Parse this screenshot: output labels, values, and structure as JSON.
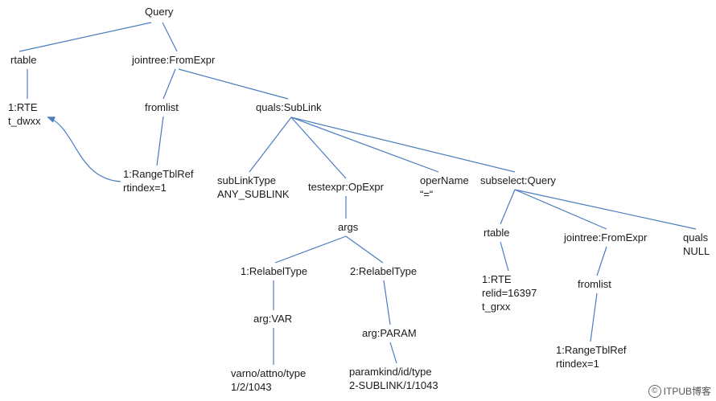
{
  "colors": {
    "edge": "#4a7cc0",
    "text": "#1a1a1a"
  },
  "nodes": {
    "query": [
      "Query"
    ],
    "rtable": [
      "rtable"
    ],
    "jointree": [
      "jointree:FromExpr"
    ],
    "rte1": [
      "1:RTE",
      "t_dwxx"
    ],
    "fromlist": [
      "fromlist"
    ],
    "quals_sublink": [
      "quals:SubLink"
    ],
    "rangetblref": [
      "1:RangeTblRef",
      "rtindex=1"
    ],
    "sublinktype": [
      "subLinkType",
      "ANY_SUBLINK"
    ],
    "testexpr": [
      "testexpr:OpExpr"
    ],
    "opername": [
      "operName",
      "“=“"
    ],
    "subselect": [
      "subselect:Query"
    ],
    "args": [
      "args"
    ],
    "relabel1": [
      "1:RelabelType"
    ],
    "relabel2": [
      "2:RelabelType"
    ],
    "argvar": [
      "arg:VAR"
    ],
    "argparam": [
      "arg:PARAM"
    ],
    "varno": [
      "varno/attno/type",
      "1/2/1043"
    ],
    "paramkind": [
      "paramkind/id/type",
      "2-SUBLINK/1/1043"
    ],
    "sub_rtable": [
      "rtable"
    ],
    "sub_jointree": [
      "jointree:FromExpr"
    ],
    "sub_quals": [
      "quals",
      "NULL"
    ],
    "sub_rte": [
      "1:RTE",
      "relid=16397",
      "t_grxx"
    ],
    "sub_fromlist": [
      "fromlist"
    ],
    "sub_rangetblref": [
      "1:RangeTblRef",
      "rtindex=1"
    ]
  },
  "watermark": {
    "icon": "copyright-circle-icon",
    "text": "ITPUB博客"
  }
}
